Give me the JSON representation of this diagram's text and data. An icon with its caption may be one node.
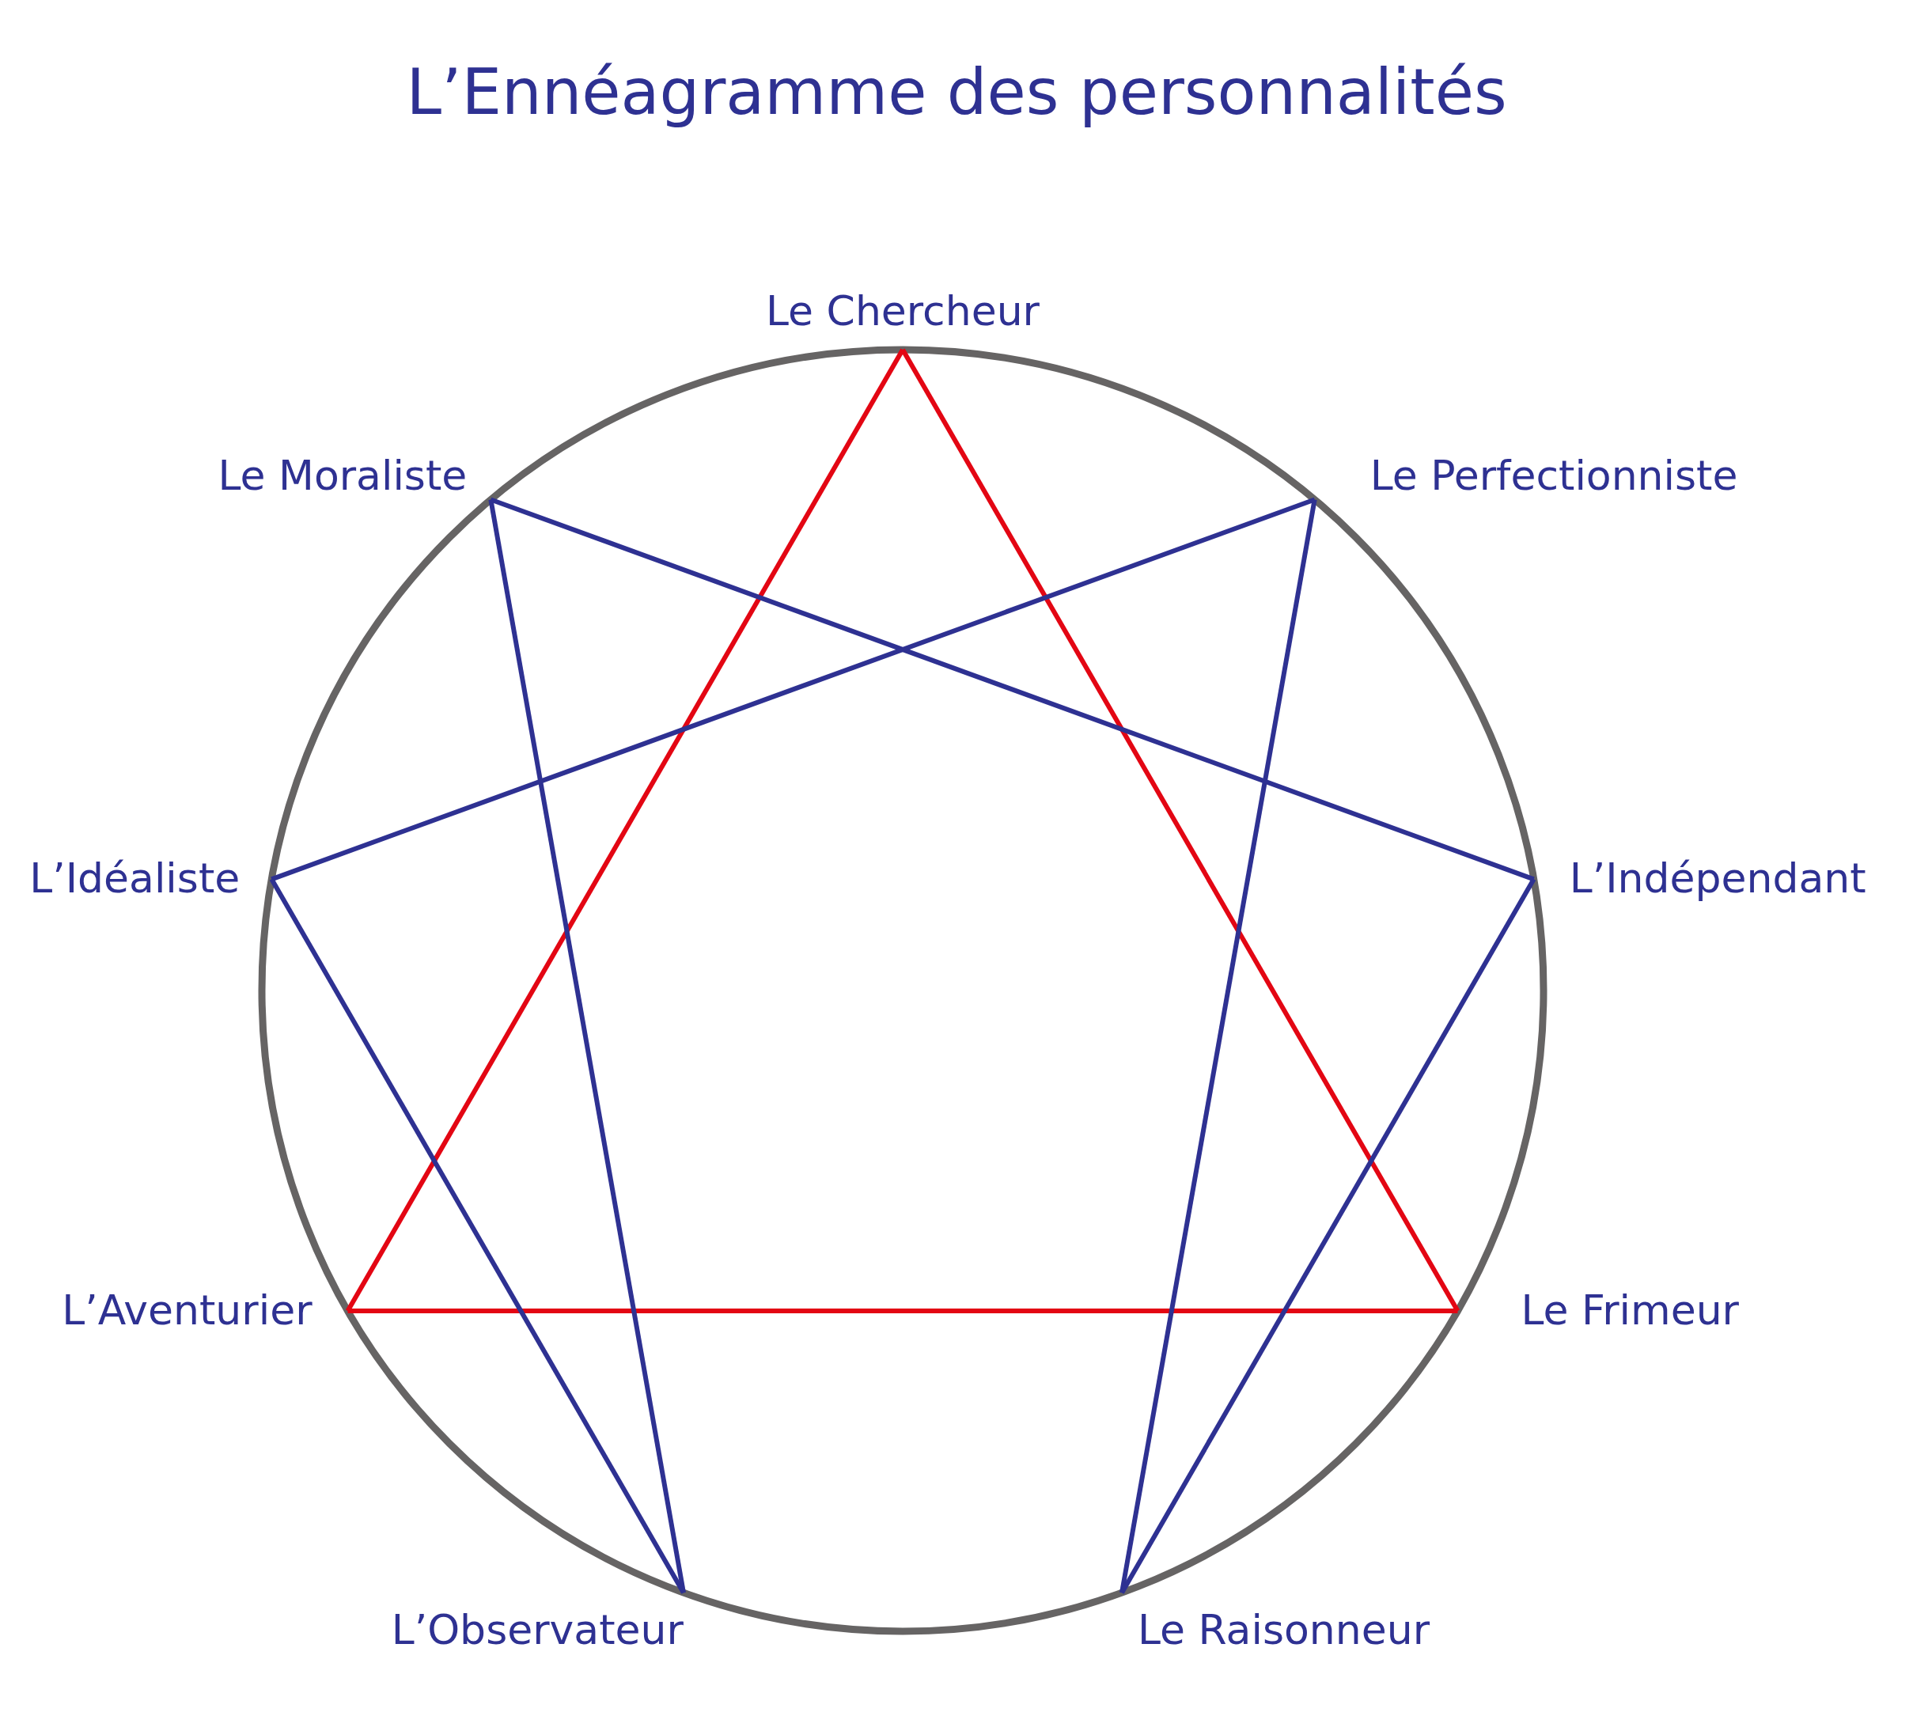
{
  "diagram": {
    "title": "L’Ennéagramme des personnalités",
    "nodes": [
      {
        "text": [
          "Le Chercheur"
        ]
      },
      {
        "text": [
          "Le Moraliste"
        ]
      },
      {
        "text": [
          "Le Perfectionniste"
        ]
      },
      {
        "text": [
          "L’Idéaliste"
        ]
      },
      {
        "text": [
          "L’Indépendant"
        ]
      },
      {
        "text": [
          "L’Aventurier"
        ]
      },
      {
        "text": [
          "Le Frimeur"
        ]
      },
      {
        "text": [
          "L’Observateur"
        ]
      },
      {
        "text": [
          "Le Raisonneur"
        ]
      }
    ],
    "edges": [
      {
        "from": 0,
        "to": 6,
        "arrow": "none",
        "color": "#e30613"
      },
      {
        "from": 6,
        "to": 5,
        "arrow": "none",
        "color": "#e30613"
      },
      {
        "from": 5,
        "to": 0,
        "arrow": "none",
        "color": "#e30613"
      },
      {
        "from": 2,
        "to": 8,
        "arrow": "none"
      },
      {
        "from": 8,
        "to": 4,
        "arrow": "none"
      },
      {
        "from": 4,
        "to": 1,
        "arrow": "none"
      },
      {
        "from": 1,
        "to": 7,
        "arrow": "none"
      },
      {
        "from": 7,
        "to": 3,
        "arrow": "none"
      },
      {
        "from": 3,
        "to": 2,
        "arrow": "none"
      }
    ]
  }
}
